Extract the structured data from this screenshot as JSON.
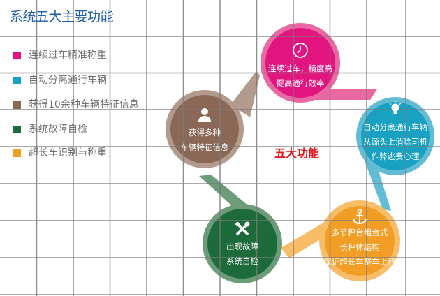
{
  "title": "系统五大主要功能",
  "center_label": "五大功能",
  "legend": [
    {
      "label": "连续过车精准称重",
      "color": "#e2147f"
    },
    {
      "label": "自动分离通行车辆",
      "color": "#19a1c3"
    },
    {
      "label": "获得10余种车辆特征信息",
      "color": "#8b6856"
    },
    {
      "label": "系统故障自检",
      "color": "#1d6b3a"
    },
    {
      "label": "超长车识别与称重",
      "color": "#f29e26"
    }
  ],
  "circles": [
    {
      "id": "weighing",
      "icon": "clock-icon",
      "lines": [
        "连续过车，精度高",
        "提高通行效率"
      ],
      "color": "#e2147f",
      "ring": "#e868a2"
    },
    {
      "id": "separation",
      "icon": "lightbulb-icon",
      "lines": [
        "自动分离通行车辆",
        "从源头上消除司机",
        "作弊逃费心理"
      ],
      "color": "#19a1c3",
      "ring": "#62bcd3"
    },
    {
      "id": "features",
      "icon": "user-icon",
      "lines": [
        "获得多种",
        "车辆特征信息"
      ],
      "color": "#8b6856",
      "ring": "#b29b8d"
    },
    {
      "id": "selfcheck",
      "icon": "tools-icon",
      "lines": [
        "出现故障",
        "系统自检"
      ],
      "color": "#1d6b3a",
      "ring": "#6c9c7a"
    },
    {
      "id": "longvehicle",
      "icon": "anchor-icon",
      "lines": [
        "多节秤台组合式",
        "长秤体结构",
        "保证超长车整车上秤"
      ],
      "color": "#f29e26",
      "ring": "#f7bd68"
    }
  ]
}
